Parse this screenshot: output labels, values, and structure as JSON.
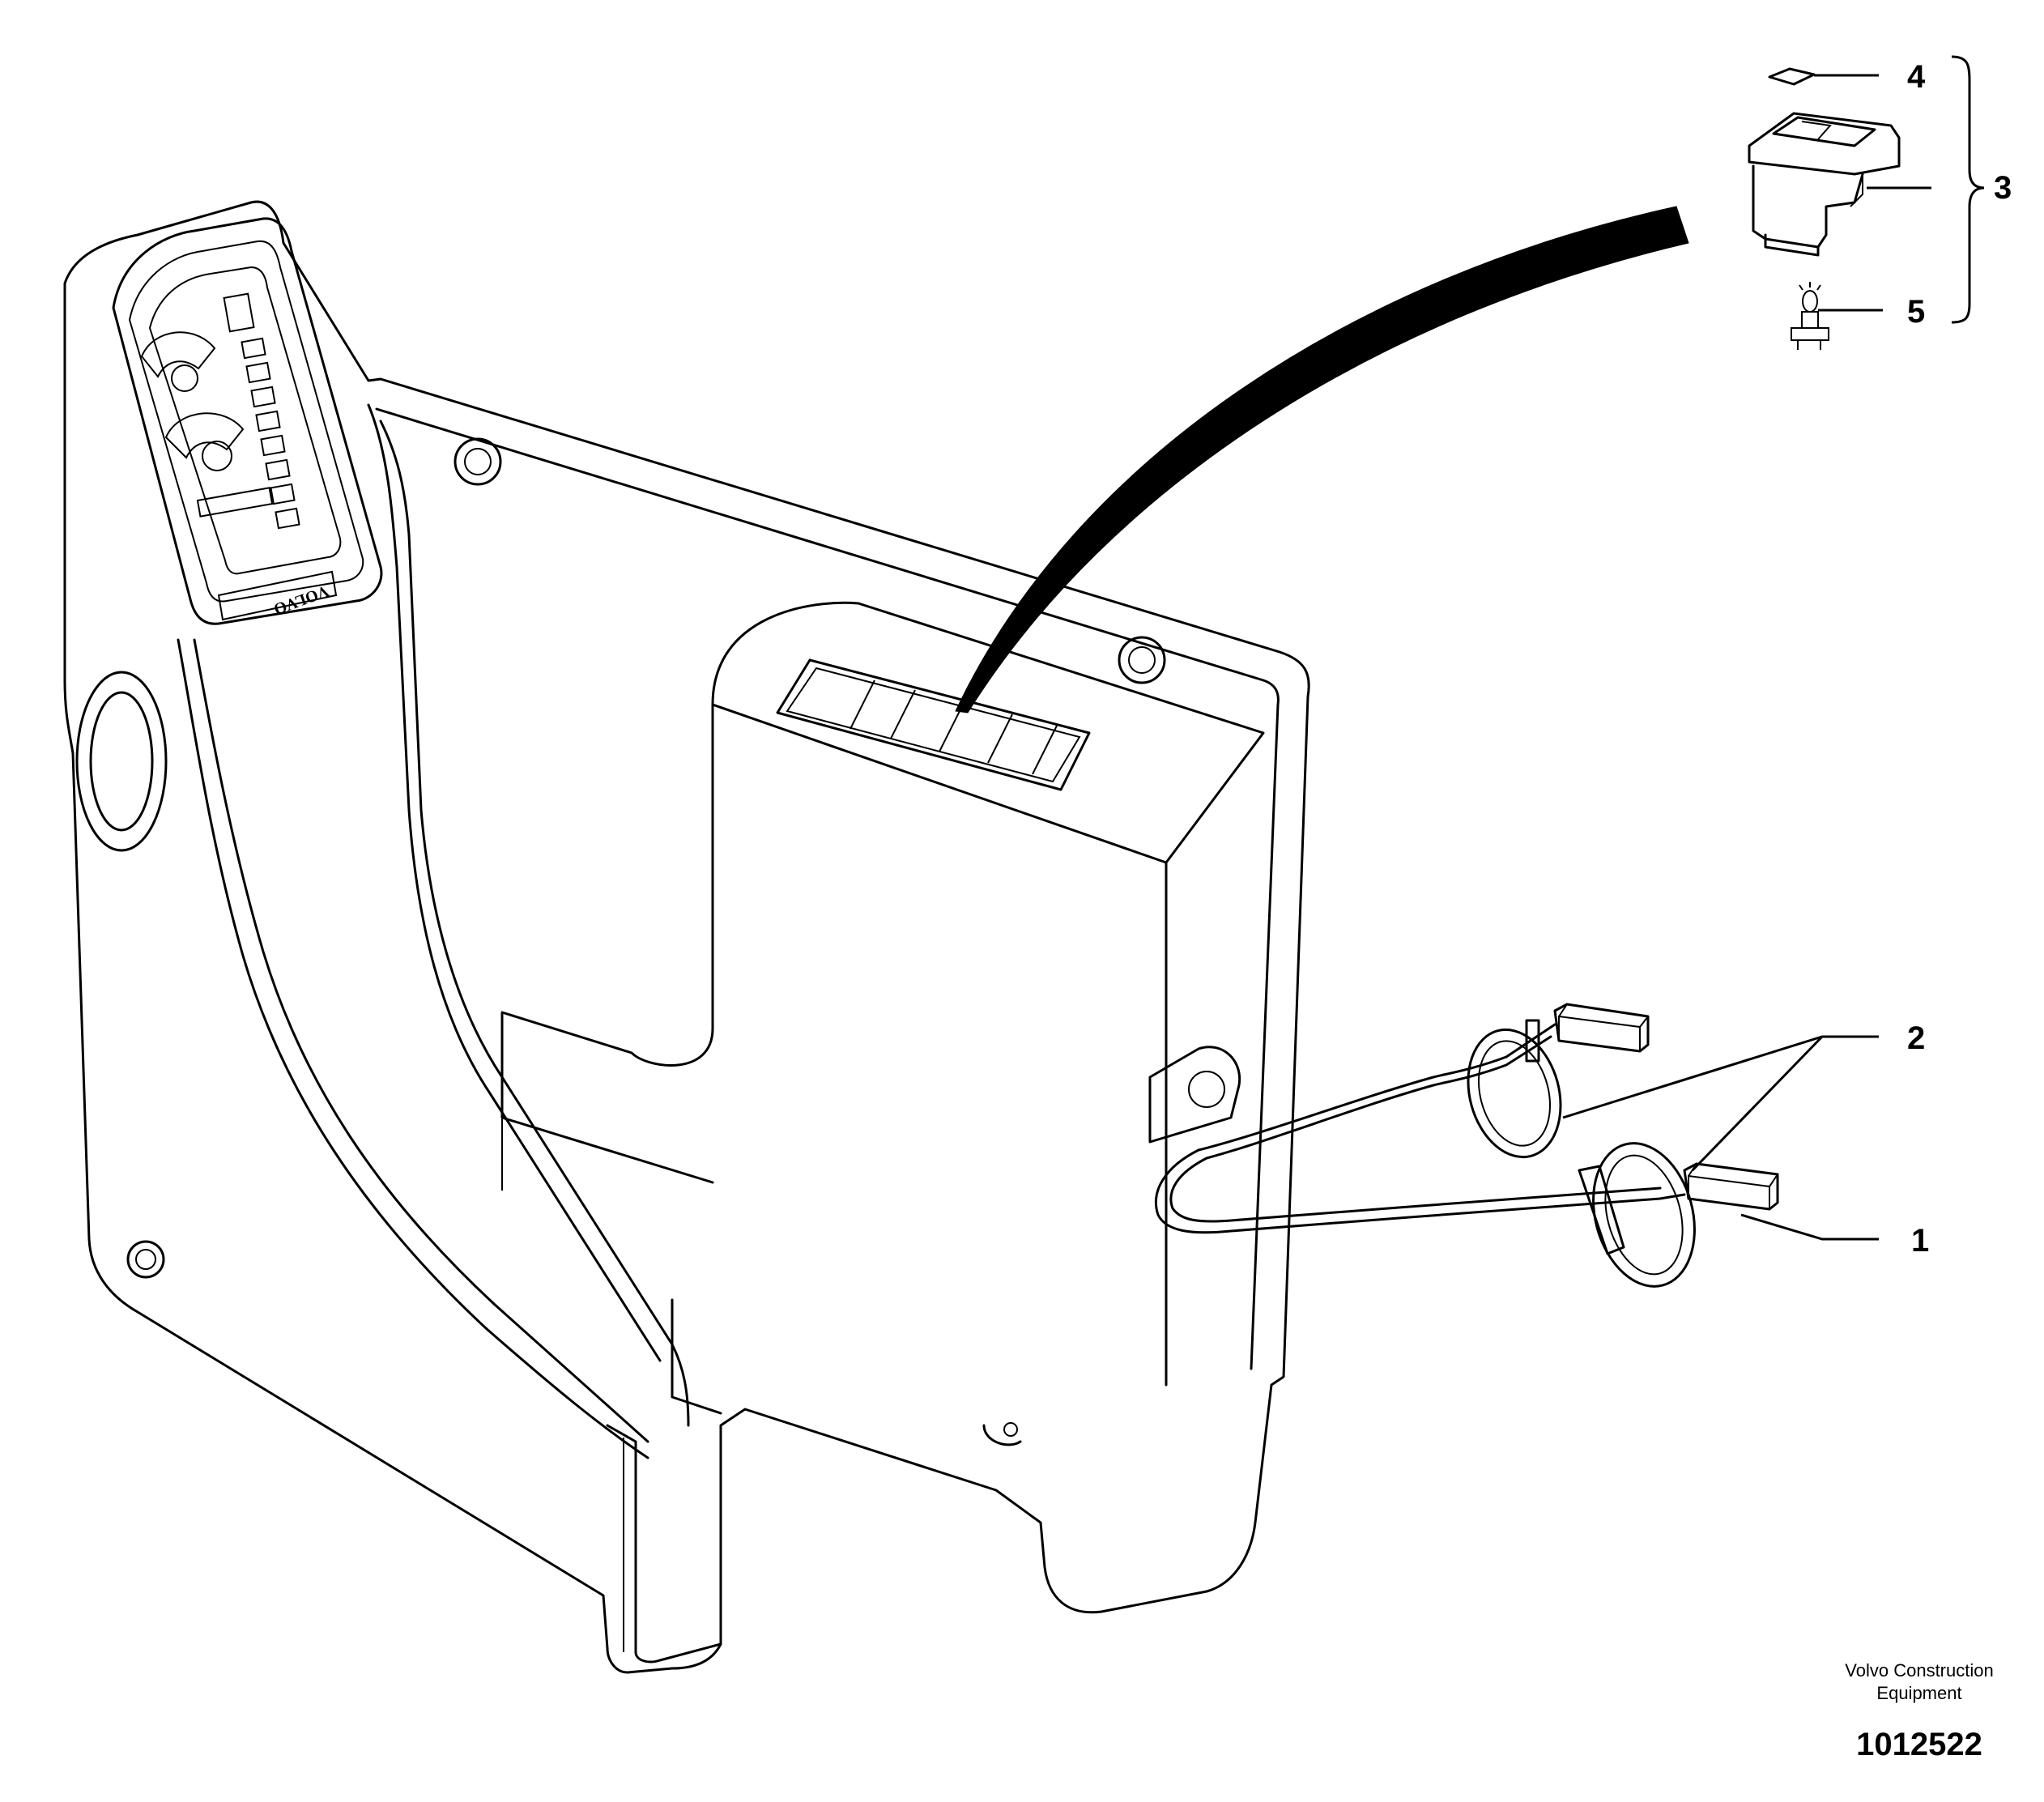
{
  "callouts": [
    {
      "id": "1",
      "label": "1"
    },
    {
      "id": "2",
      "label": "2"
    },
    {
      "id": "3",
      "label": "3"
    },
    {
      "id": "4",
      "label": "4"
    },
    {
      "id": "5",
      "label": "5"
    }
  ],
  "panel_logo": "VOLVO",
  "credit": {
    "line1": "Volvo Construction",
    "line2": "Equipment",
    "drawing_number": "1012522"
  }
}
